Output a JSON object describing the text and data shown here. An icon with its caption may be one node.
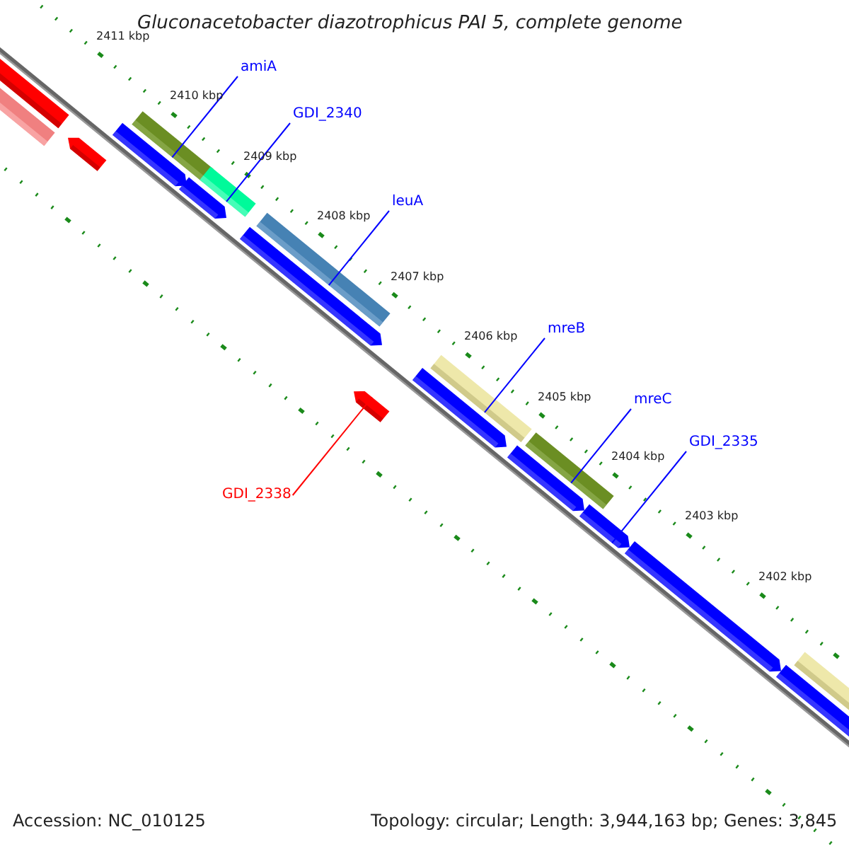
{
  "diagram": {
    "title": "Gluconacetobacter diazotrophicus PAI 5, complete genome",
    "nodes": [
      {
        "text": [
          "amiA"
        ]
      },
      {
        "text": [],
        "shape": "bar"
      },
      {
        "text": [
          "GDI_2340"
        ]
      },
      {
        "text": [],
        "shape": "bar"
      },
      {
        "text": [
          "leuA"
        ]
      },
      {
        "text": [],
        "shape": "bar"
      },
      {
        "text": [
          "mreB"
        ]
      },
      {
        "text": [],
        "shape": "bar"
      },
      {
        "text": [
          "mreC"
        ]
      },
      {
        "text": [],
        "shape": "bar"
      },
      {
        "text": [
          "GDI_2335"
        ]
      },
      {
        "text": [],
        "shape": "bar"
      },
      {
        "text": [
          "GDI_2338"
        ]
      },
      {
        "text": [],
        "shape": "bar"
      },
      {
        "text": [],
        "shape": "bar"
      },
      {
        "text": [],
        "shape": "bar"
      },
      {
        "text": [],
        "shape": "bar"
      },
      {
        "text": [],
        "shape": "bar"
      },
      {
        "text": [],
        "shape": "bar"
      },
      {
        "text": [],
        "shape": "bar"
      },
      {
        "text": [],
        "shape": "bar"
      },
      {
        "text": [],
        "shape": "bar"
      },
      {
        "text": [],
        "shape": "bar"
      },
      {
        "text": [],
        "shape": "bar"
      },
      {
        "text": [],
        "shape": "bar"
      }
    ],
    "edges": [
      {
        "from": 0,
        "to": 1,
        "arrow": "none"
      },
      {
        "from": 2,
        "to": 3,
        "arrow": "none"
      },
      {
        "from": 4,
        "to": 5,
        "arrow": "none"
      },
      {
        "from": 6,
        "to": 7,
        "arrow": "none"
      },
      {
        "from": 8,
        "to": 9,
        "arrow": "none"
      },
      {
        "from": 10,
        "to": 11,
        "arrow": "none"
      },
      {
        "from": 12,
        "to": 13,
        "arrow": "none",
        "color": "#ff0000"
      }
    ],
    "labels": [
      "2411 kbp",
      "2410 kbp",
      "2409 kbp",
      "2408 kbp",
      "2407 kbp",
      "2406 kbp",
      "2405 kbp",
      "2404 kbp",
      "2403 kbp",
      "2402 kbp",
      "Accession: NC_010125",
      "Topology: circular; Length: 3,944,163 bp; Genes: 3,845"
    ]
  }
}
